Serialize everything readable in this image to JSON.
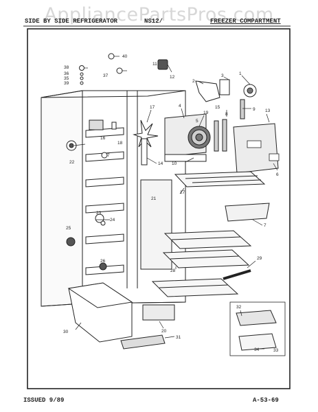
{
  "watermark": "AppliancePartsPros.com",
  "header": {
    "left": "SIDE BY SIDE REFRIGERATOR",
    "middle": "NS12/",
    "right": "FREEZER COMPARTMENT"
  },
  "footer": {
    "issued": "ISSUED 9/89",
    "page_code": "A-53-69"
  },
  "callouts": [
    "40",
    "38",
    "36",
    "35",
    "39",
    "37",
    "11",
    "12",
    "3",
    "2",
    "1",
    "17",
    "19",
    "4",
    "5",
    "15",
    "8",
    "9",
    "13",
    "16",
    "18",
    "7",
    "22",
    "14",
    "10",
    "6",
    "21",
    "27",
    "24",
    "23",
    "25",
    "7",
    "26",
    "29",
    "28",
    "20",
    "30",
    "32",
    "34",
    "33",
    "31"
  ]
}
